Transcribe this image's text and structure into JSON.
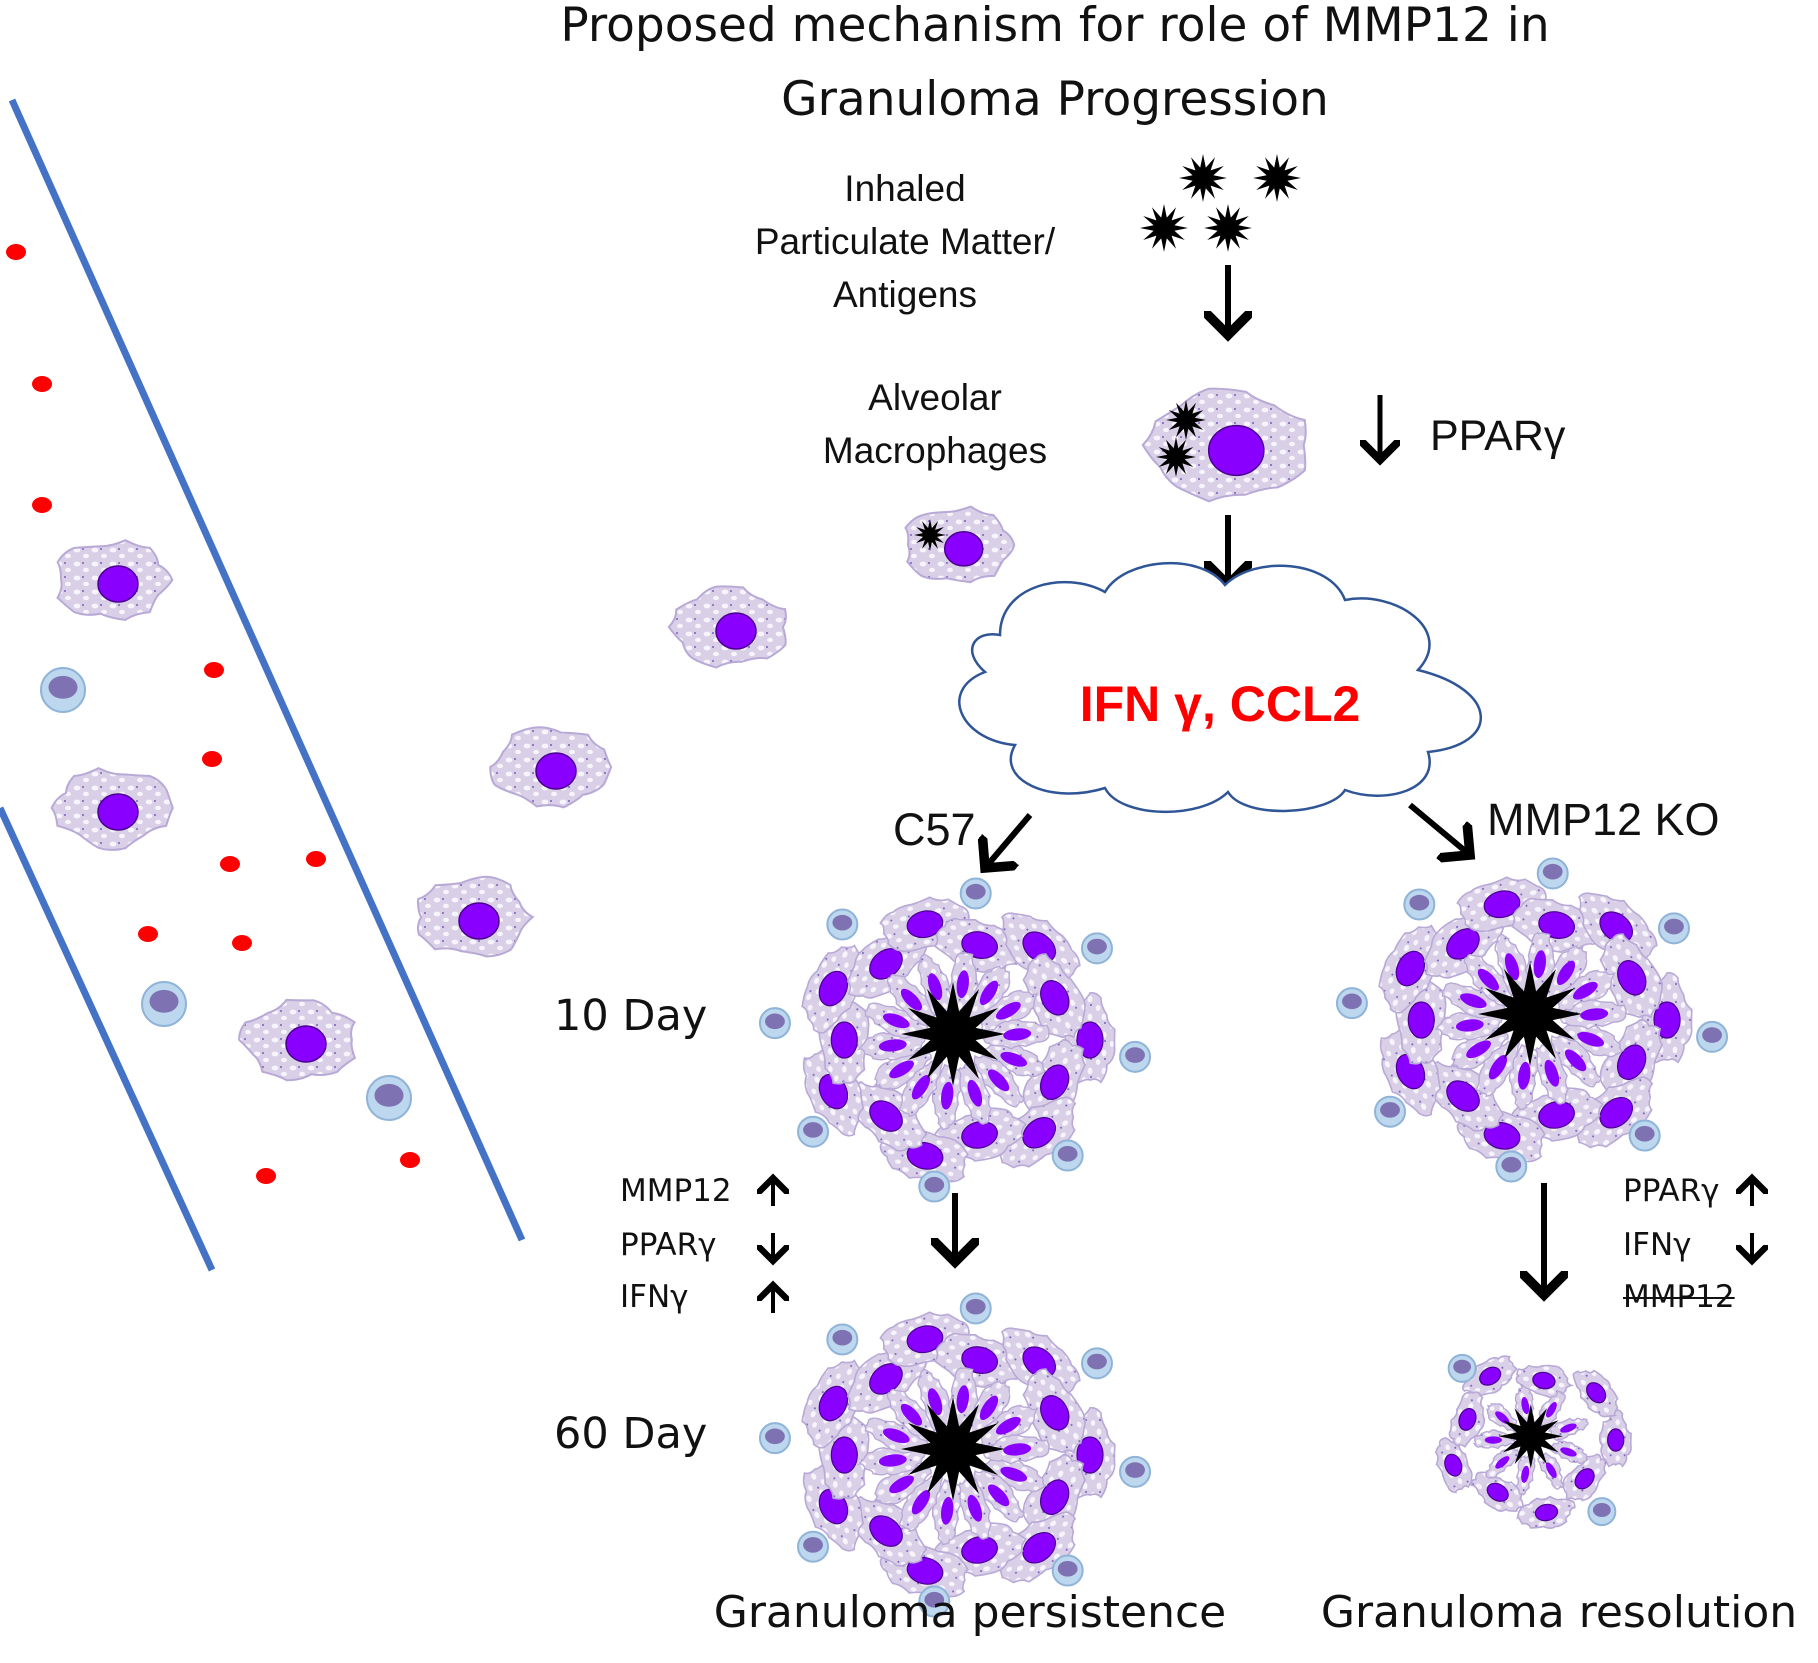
{
  "title": {
    "line1": "Proposed mechanism for role of MMP12 in",
    "line2": "Granuloma Progression"
  },
  "stimulus": {
    "line1": "Inhaled",
    "line2": "Particulate Matter/",
    "line3": "Antigens"
  },
  "macrophages": {
    "line1": "Alveolar",
    "line2": "Macrophages",
    "pparg_change": "PPARγ"
  },
  "cytokines": "IFN γ, CCL2",
  "branches": {
    "wild_type": "C57",
    "knockout": "MMP12 KO"
  },
  "timepoints": {
    "early": "10 Day",
    "late": "60 Day"
  },
  "c57_markers": [
    {
      "label": "MMP12",
      "direction": "up"
    },
    {
      "label": "PPARγ",
      "direction": "down"
    },
    {
      "label": "IFNγ",
      "direction": "up"
    }
  ],
  "ko_markers": [
    {
      "label": "PPARγ",
      "direction": "up"
    },
    {
      "label": "IFNγ",
      "direction": "down"
    },
    {
      "label": "MMP12",
      "direction": "absent"
    }
  ],
  "outcomes": {
    "wild_type": "Granuloma persistence",
    "knockout": "Granuloma resolution"
  },
  "colors": {
    "vessel_wall": "#4472c4",
    "red_blood_cell": "#ff0000",
    "macrophage_cytoplasm": "#d9d0e8",
    "macrophage_outline": "#b8a9d6",
    "nucleus": "#8a00ff",
    "lymphocyte_cytoplasm": "#bcd7ee",
    "lymphocyte_nucleus": "#7f72b2",
    "cloud_outline": "#2f5597",
    "cytokine_text": "#ff0000",
    "particle": "#000000"
  }
}
